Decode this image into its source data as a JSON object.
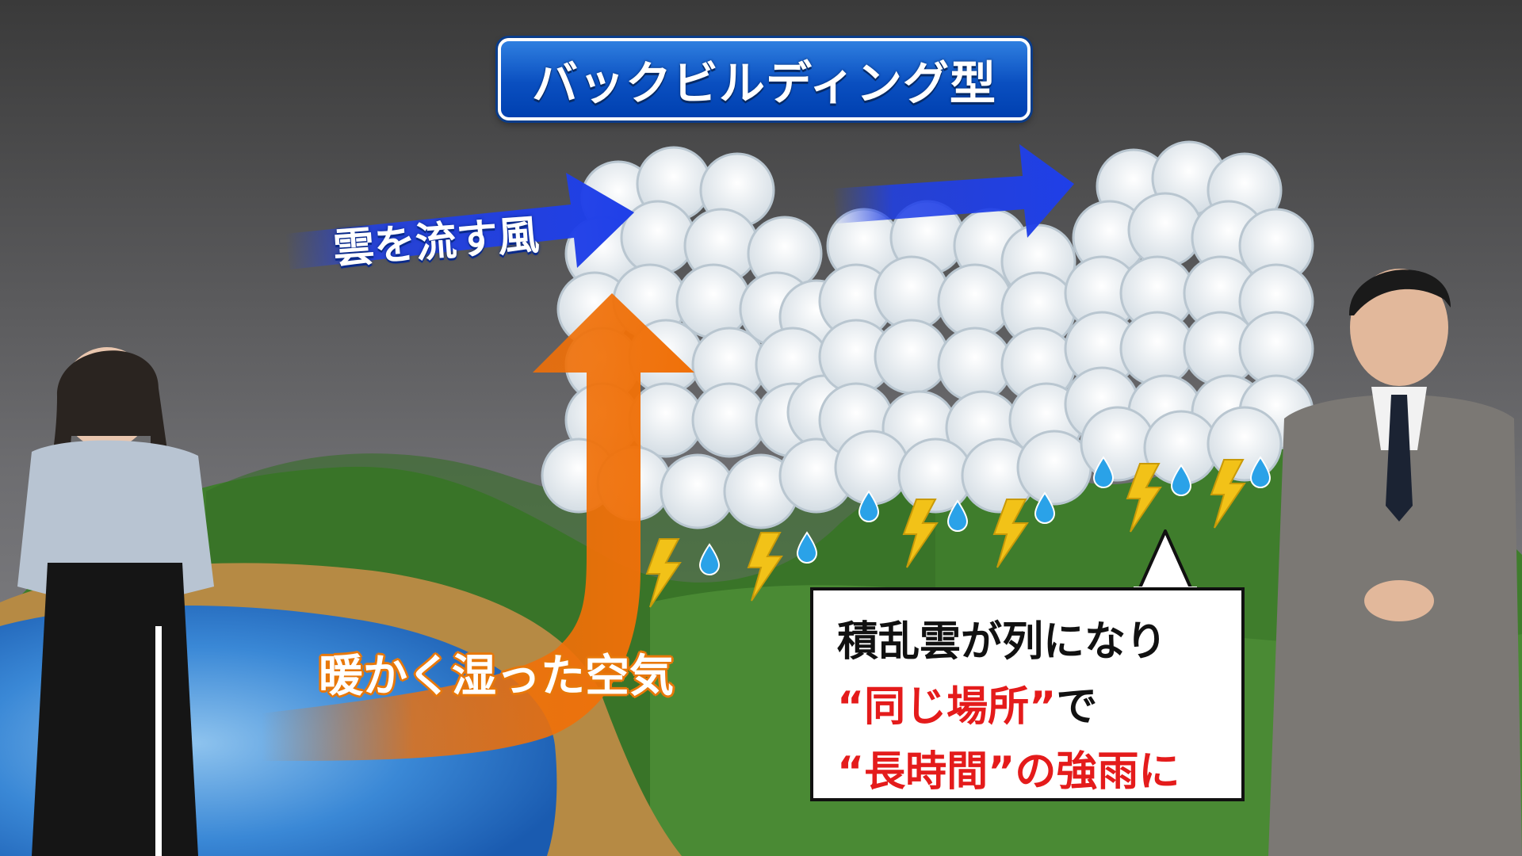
{
  "title": "バックビルディング型",
  "labels": {
    "wind": "雲を流す風",
    "warm_air": "暖かく湿った空気"
  },
  "callout": {
    "line1": "積乱雲が列になり",
    "line2_quote": "“同じ場所”",
    "line2_rest": "で",
    "line3_quote": "“長時間”",
    "line3_rest": "の強雨に"
  },
  "colors": {
    "title_bg": "#0a4fc0",
    "wind_arrow": "#1f3fe8",
    "warm_air_arrow": "#f07008",
    "hills": "#3f7d2c",
    "water": "#2a78d0",
    "callout_red": "#e41b1b",
    "rain": "#2aa2e8",
    "lightning": "#f2c218"
  }
}
